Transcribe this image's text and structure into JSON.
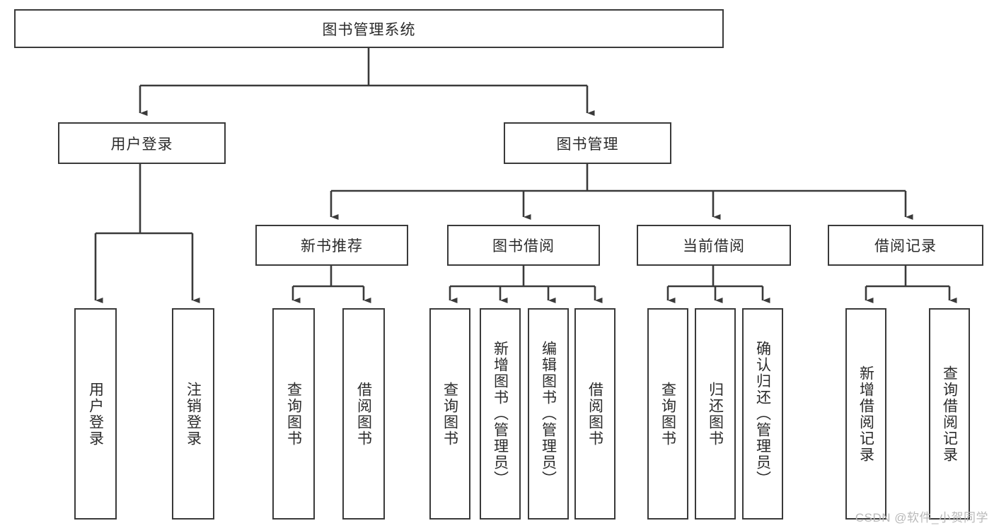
{
  "diagram": {
    "type": "hierarchy-tree",
    "title": "图书管理系统",
    "orientation": "top-down",
    "colors": {
      "box_border": "#3a3a3a",
      "box_fill": "#ffffff",
      "connector": "#3a3a3a",
      "text": "#2b2b2b",
      "watermark": "#b9b9b9",
      "background": "#ffffff"
    }
  },
  "nodes": {
    "root": {
      "label": "图书管理系统",
      "level": 1,
      "orientation": "horizontal"
    },
    "l2": [
      {
        "id": "user-login",
        "label": "用户登录",
        "level": 2,
        "orientation": "horizontal"
      },
      {
        "id": "book-management",
        "label": "图书管理",
        "level": 2,
        "orientation": "horizontal"
      }
    ],
    "l3": [
      {
        "id": "new-book-recommend",
        "label": "新书推荐",
        "level": 3,
        "orientation": "horizontal"
      },
      {
        "id": "book-borrow",
        "label": "图书借阅",
        "level": 3,
        "orientation": "horizontal"
      },
      {
        "id": "current-borrow",
        "label": "当前借阅",
        "level": 3,
        "orientation": "horizontal"
      },
      {
        "id": "borrow-record",
        "label": "借阅记录",
        "level": 3,
        "orientation": "horizontal"
      }
    ],
    "leaves": {
      "user-login": [
        {
          "id": "leaf-user-login",
          "label": "用户登录",
          "orientation": "vertical"
        },
        {
          "id": "leaf-user-logout",
          "label": "注销登录",
          "orientation": "vertical"
        }
      ],
      "new-book-recommend": [
        {
          "id": "leaf-query-book-1",
          "label": "查询图书",
          "orientation": "vertical"
        },
        {
          "id": "leaf-borrow-book-1",
          "label": "借阅图书",
          "orientation": "vertical"
        }
      ],
      "book-borrow": [
        {
          "id": "leaf-query-book-2",
          "label": "查询图书",
          "orientation": "vertical"
        },
        {
          "id": "leaf-add-book-admin",
          "label": "新增图书（管理员）",
          "orientation": "vertical"
        },
        {
          "id": "leaf-edit-book-admin",
          "label": "编辑图书（管理员）",
          "orientation": "vertical"
        },
        {
          "id": "leaf-borrow-book-2",
          "label": "借阅图书",
          "orientation": "vertical"
        }
      ],
      "current-borrow": [
        {
          "id": "leaf-query-book-3",
          "label": "查询图书",
          "orientation": "vertical"
        },
        {
          "id": "leaf-return-book",
          "label": "归还图书",
          "orientation": "vertical"
        },
        {
          "id": "leaf-confirm-return-admin",
          "label": "确认归还（管理员）",
          "orientation": "vertical"
        }
      ],
      "borrow-record": [
        {
          "id": "leaf-add-borrow-record",
          "label": "新增借阅记录",
          "orientation": "vertical"
        },
        {
          "id": "leaf-query-borrow-record",
          "label": "查询借阅记录",
          "orientation": "vertical"
        }
      ]
    }
  },
  "watermark": {
    "text": "CSDN @软件_小贺同学"
  }
}
